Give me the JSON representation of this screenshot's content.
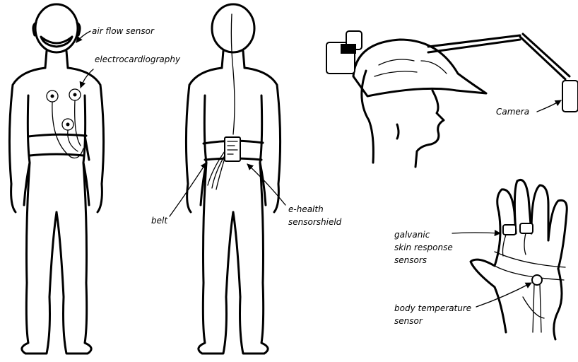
{
  "labels": {
    "air_flow_sensor": "air flow sensor",
    "electrocardiography": "electrocardiography",
    "camera": "Camera",
    "belt": "belt",
    "ehealth_line1": "e-health",
    "ehealth_line2": "sensorshield",
    "gsr_line1": "galvanic",
    "gsr_line2": "skin response",
    "gsr_line3": "sensors",
    "temp_line1": "body temperature",
    "temp_line2": "sensor"
  }
}
